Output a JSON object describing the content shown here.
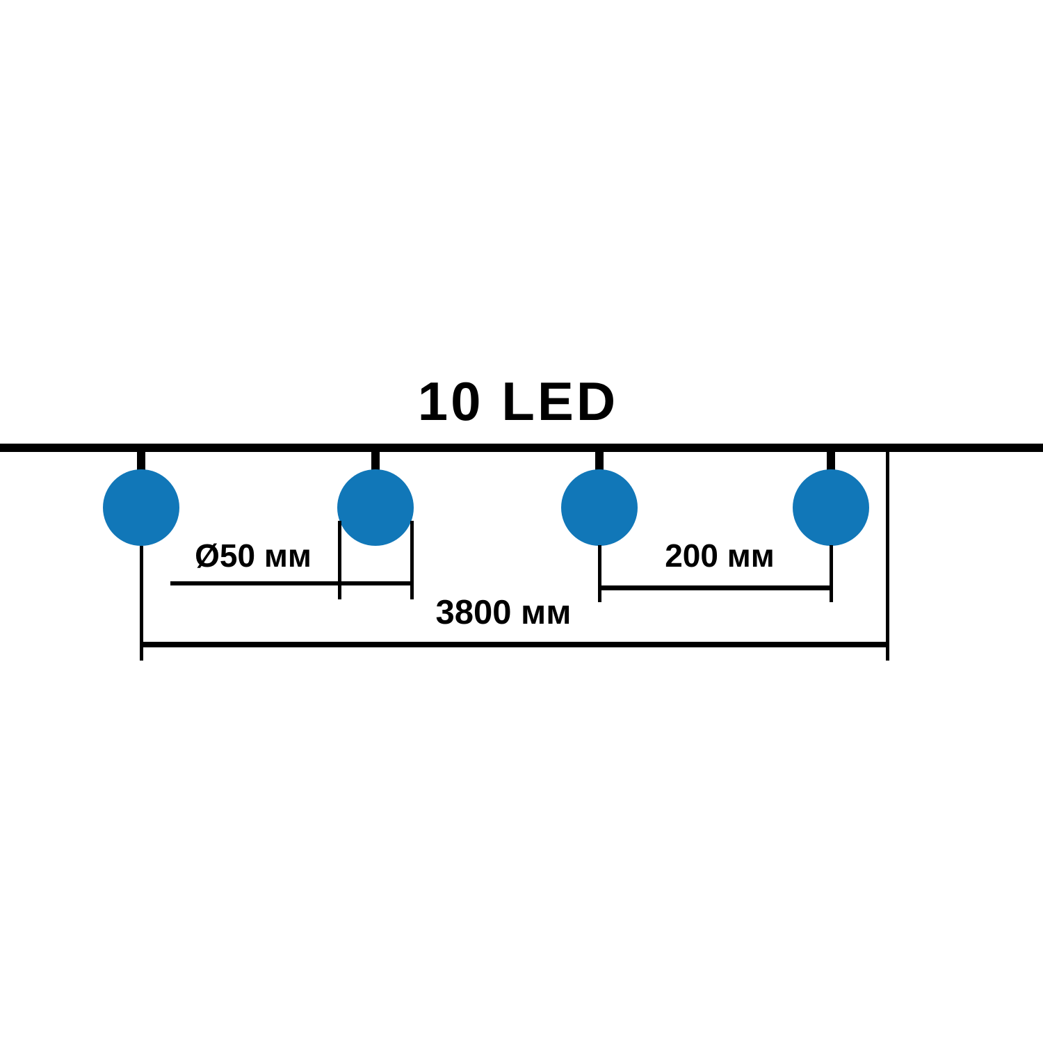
{
  "diagram": {
    "title": "10 LED",
    "dimensions": {
      "bulb_diameter": "Ø50 мм",
      "bulb_spacing": "200 мм",
      "total_length": "3800 мм"
    },
    "bulbs_shown": 4,
    "colors": {
      "bulb": "#1177B8",
      "line": "#000000",
      "background": "#FFFFFF"
    }
  }
}
